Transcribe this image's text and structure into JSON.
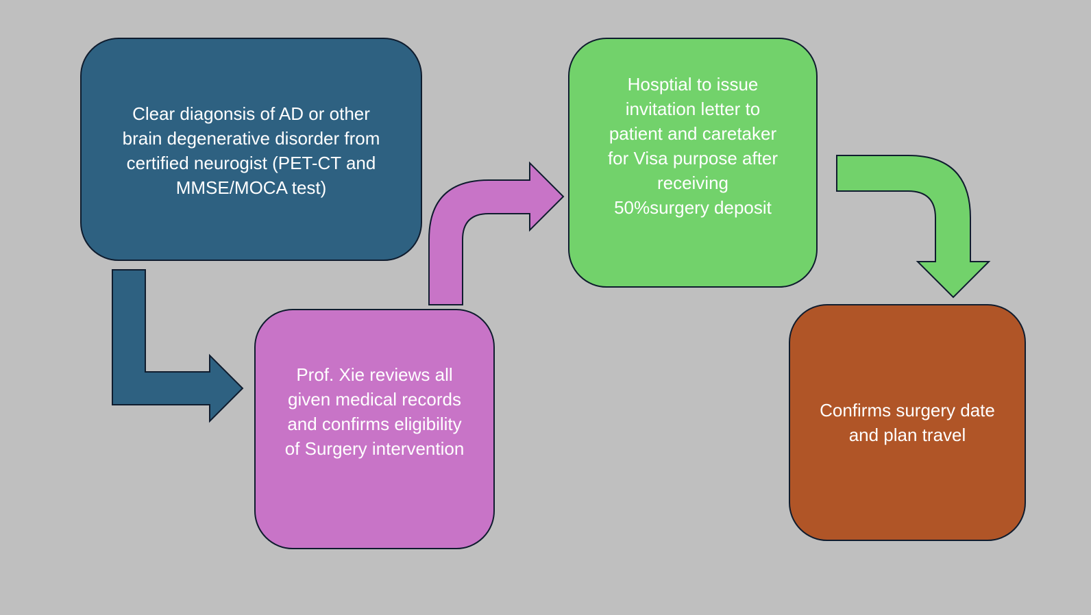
{
  "colors": {
    "background": "#bfbfbf",
    "step1": "#2e6181",
    "step2": "#c874c7",
    "step3": "#72d26b",
    "step4": "#b05527",
    "outline": "#0f1c2e",
    "text": "#ffffff"
  },
  "steps": [
    {
      "text": "Clear diagonsis of AD or other\nbrain degenerative disorder from\ncertified neurogist (PET-CT and\nMMSE/MOCA test)"
    },
    {
      "text": "Prof. Xie reviews all\ngiven medical records\nand confirms eligibility\nof Surgery intervention"
    },
    {
      "text": "Hosptial to issue\ninvitation letter to\npatient and caretaker\nfor Visa purpose after\nreceiving\n50%surgery deposit"
    },
    {
      "text": "Confirms surgery date\nand plan travel"
    }
  ],
  "connectors": [
    {
      "from": "step1",
      "to": "step2",
      "shape": "bent-arrow",
      "icon": "bent-arrow-down-right-icon"
    },
    {
      "from": "step2",
      "to": "step3",
      "shape": "bent-arrow",
      "icon": "bent-arrow-up-right-icon"
    },
    {
      "from": "step3",
      "to": "step4",
      "shape": "bent-arrow",
      "icon": "bent-arrow-right-down-icon"
    }
  ]
}
